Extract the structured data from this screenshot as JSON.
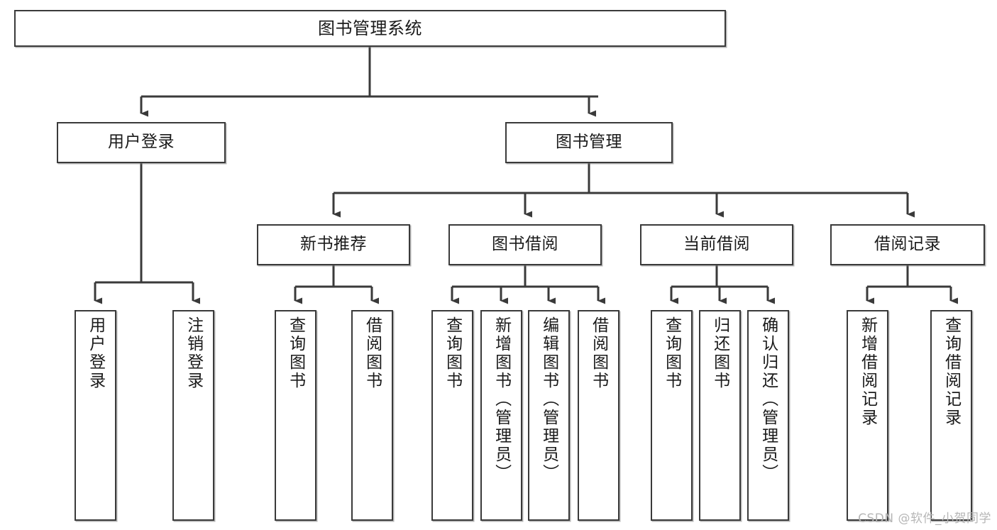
{
  "diagram": {
    "type": "tree",
    "title": "图书管理系统",
    "watermark": "CSDN @软件_小贺同学",
    "colors": {
      "background": "#ffffff",
      "node_border": "#3a3a3a",
      "node_fill": "#ffffff",
      "connector": "#3a3a3a",
      "text": "#1a1a1a",
      "watermark": "#b6b6b6"
    },
    "root": {
      "id": "root",
      "label": "图书管理系统"
    },
    "level2": [
      {
        "id": "n-user-login",
        "label": "用户登录"
      },
      {
        "id": "n-book-manage",
        "label": "图书管理"
      }
    ],
    "level3": [
      {
        "id": "n-new-book-rec",
        "label": "新书推荐",
        "parent": "n-book-manage"
      },
      {
        "id": "n-book-borrow",
        "label": "图书借阅",
        "parent": "n-book-manage"
      },
      {
        "id": "n-current-borrow",
        "label": "当前借阅",
        "parent": "n-book-manage"
      },
      {
        "id": "n-borrow-record",
        "label": "借阅记录",
        "parent": "n-book-manage"
      }
    ],
    "leaves": [
      {
        "id": "lf-user-login",
        "label": "用户登录",
        "parent": "n-user-login"
      },
      {
        "id": "lf-logout-login",
        "label": "注销登录",
        "parent": "n-user-login"
      },
      {
        "id": "lf-rec-query-book",
        "label": "查询图书",
        "parent": "n-new-book-rec"
      },
      {
        "id": "lf-rec-borrow-book",
        "label": "借阅图书",
        "parent": "n-new-book-rec"
      },
      {
        "id": "lf-brw-query-book",
        "label": "查询图书",
        "parent": "n-book-borrow"
      },
      {
        "id": "lf-brw-add-book",
        "label": "新增图书（管理员）",
        "parent": "n-book-borrow"
      },
      {
        "id": "lf-brw-edit-book",
        "label": "编辑图书（管理员）",
        "parent": "n-book-borrow"
      },
      {
        "id": "lf-brw-borrow-book",
        "label": "借阅图书",
        "parent": "n-book-borrow"
      },
      {
        "id": "lf-cur-query-book",
        "label": "查询图书",
        "parent": "n-current-borrow"
      },
      {
        "id": "lf-cur-return-book",
        "label": "归还图书",
        "parent": "n-current-borrow"
      },
      {
        "id": "lf-cur-confirm-return",
        "label": "确认归还（管理员）",
        "parent": "n-current-borrow"
      },
      {
        "id": "lf-rec-add-record",
        "label": "新增借阅记录",
        "parent": "n-borrow-record"
      },
      {
        "id": "lf-rec-query-record",
        "label": "查询借阅记录",
        "parent": "n-borrow-record"
      }
    ]
  }
}
